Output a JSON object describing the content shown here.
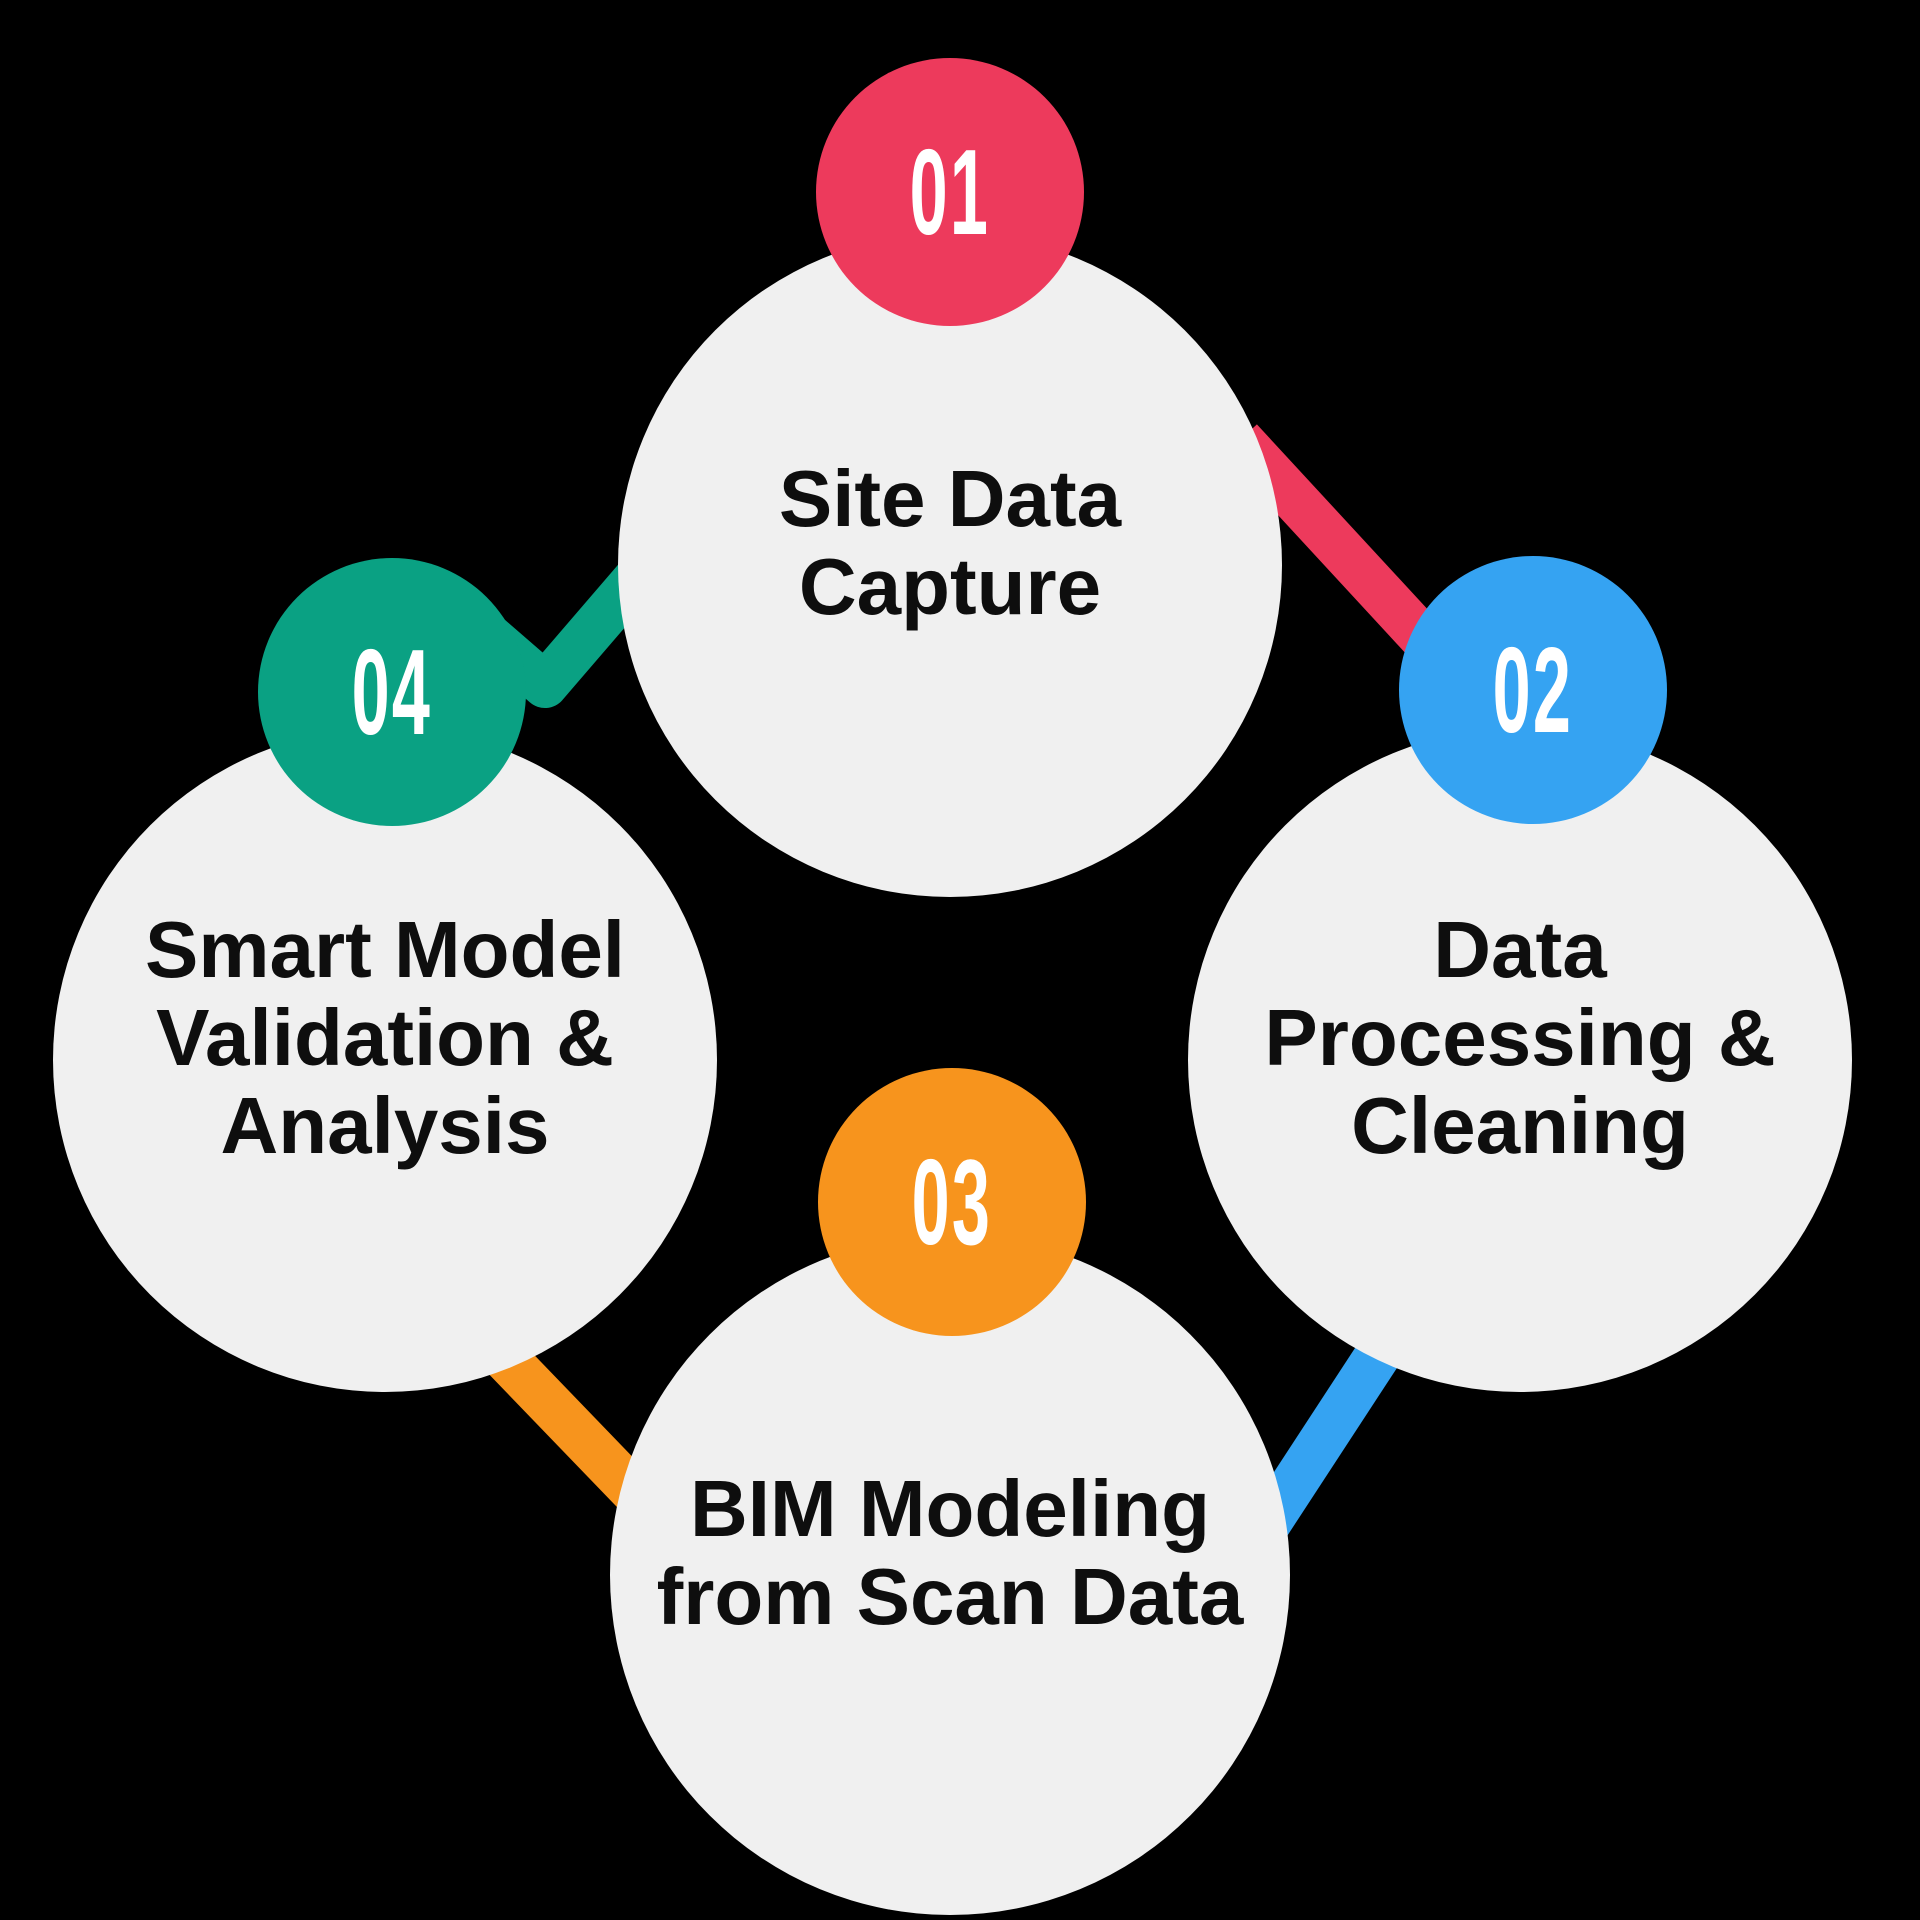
{
  "title": "BIM process diagram",
  "theme": {
    "background": "#000000",
    "circle_fill": "#F0F0F0",
    "label_text_color": "#0E0E0E",
    "badge_number_color": "#FFFFFF"
  },
  "steps": [
    {
      "number": "01",
      "label": "Site Data\nCapture",
      "badge_color": "#ED3A5C"
    },
    {
      "number": "02",
      "label": "Data\nProcessing &\nCleaning",
      "badge_color": "#35A3F2"
    },
    {
      "number": "03",
      "label": "BIM Modeling\nfrom Scan Data",
      "badge_color": "#F7941D"
    },
    {
      "number": "04",
      "label": "Smart Model\nValidation &\nAnalysis",
      "badge_color": "#0AA183"
    }
  ],
  "connectors": [
    {
      "from": "01",
      "to": "02",
      "color": "#ED3A5C"
    },
    {
      "from": "02",
      "to": "03",
      "color": "#35A3F2"
    },
    {
      "from": "03",
      "to": "04",
      "color": "#F7941D"
    },
    {
      "from": "04",
      "to": "01",
      "color": "#0AA183"
    }
  ]
}
